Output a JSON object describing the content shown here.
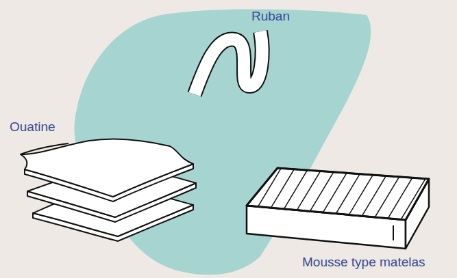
{
  "diagram": {
    "labels": [
      "Ruban",
      "Ouatine",
      "Mousse type matelas"
    ]
  }
}
